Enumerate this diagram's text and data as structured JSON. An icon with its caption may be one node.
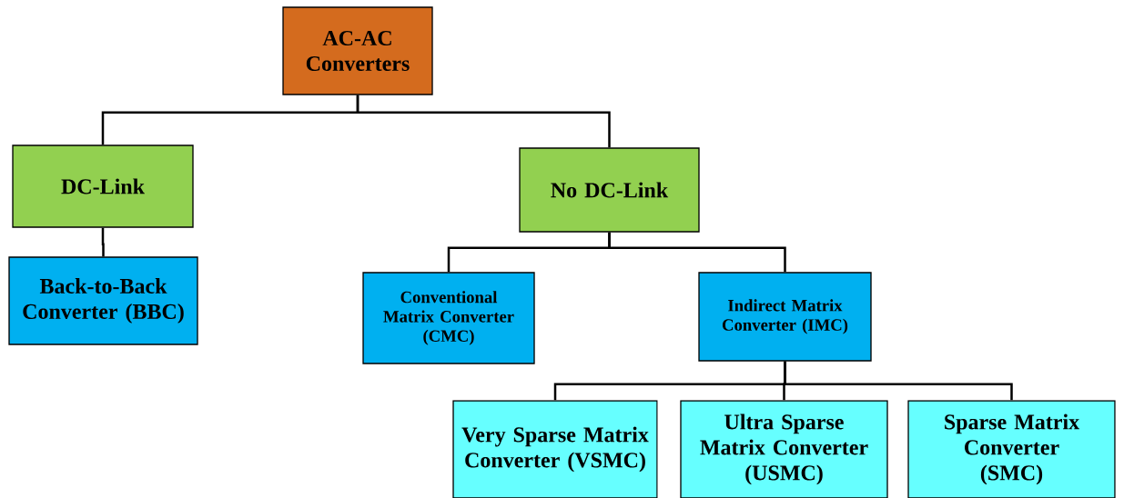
{
  "diagram": {
    "nodes": [
      {
        "text": [
          "AC-AC Converters"
        ]
      },
      {
        "text": [
          "DC-Link"
        ]
      },
      {
        "text": [
          "No DC-Link"
        ]
      },
      {
        "text": [
          "Back-to-Back Converter (BBC)"
        ]
      },
      {
        "text": [
          "Conventional Matrix Converter (CMC)"
        ]
      },
      {
        "text": [
          "Indirect Matrix Converter (IMC)"
        ]
      },
      {
        "text": [
          "Very Sparse Matrix Converter (VSMC)"
        ]
      },
      {
        "text": [
          "Ultra Sparse Matrix Converter (USMC)"
        ]
      },
      {
        "text": [
          "Sparse Matrix Converter (SMC)"
        ]
      }
    ],
    "edges": [
      {
        "from": 0,
        "to": 1,
        "arrow": "none"
      },
      {
        "from": 0,
        "to": 2,
        "arrow": "none"
      },
      {
        "from": 1,
        "to": 3,
        "arrow": "none"
      },
      {
        "from": 2,
        "to": 4,
        "arrow": "none"
      },
      {
        "from": 2,
        "to": 5,
        "arrow": "none"
      },
      {
        "from": 5,
        "to": 6,
        "arrow": "none"
      },
      {
        "from": 5,
        "to": 7,
        "arrow": "none"
      },
      {
        "from": 5,
        "to": 8,
        "arrow": "none"
      }
    ]
  }
}
